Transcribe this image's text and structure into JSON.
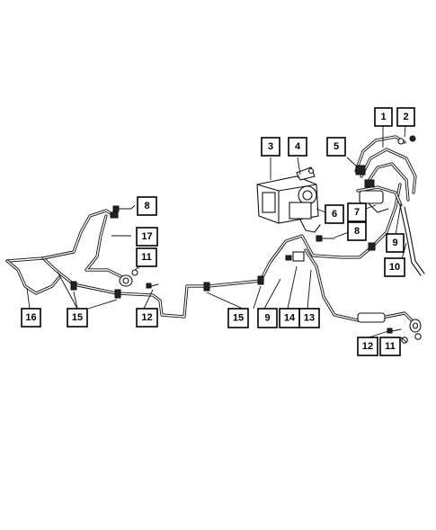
{
  "diagram": {
    "callouts": [
      {
        "id": "c1",
        "label": "1"
      },
      {
        "id": "c2",
        "label": "2"
      },
      {
        "id": "c3",
        "label": "3"
      },
      {
        "id": "c4",
        "label": "4"
      },
      {
        "id": "c5",
        "label": "5"
      },
      {
        "id": "c6",
        "label": "6"
      },
      {
        "id": "c7",
        "label": "7"
      },
      {
        "id": "c8a",
        "label": "8"
      },
      {
        "id": "c8b",
        "label": "8"
      },
      {
        "id": "c9a",
        "label": "9"
      },
      {
        "id": "c9b",
        "label": "9"
      },
      {
        "id": "c10",
        "label": "10"
      },
      {
        "id": "c11a",
        "label": "11"
      },
      {
        "id": "c11b",
        "label": "11"
      },
      {
        "id": "c12a",
        "label": "12"
      },
      {
        "id": "c12b",
        "label": "12"
      },
      {
        "id": "c13",
        "label": "13"
      },
      {
        "id": "c14",
        "label": "14"
      },
      {
        "id": "c15a",
        "label": "15"
      },
      {
        "id": "c15b",
        "label": "15"
      },
      {
        "id": "c16",
        "label": "16"
      },
      {
        "id": "c17",
        "label": "17"
      }
    ]
  }
}
